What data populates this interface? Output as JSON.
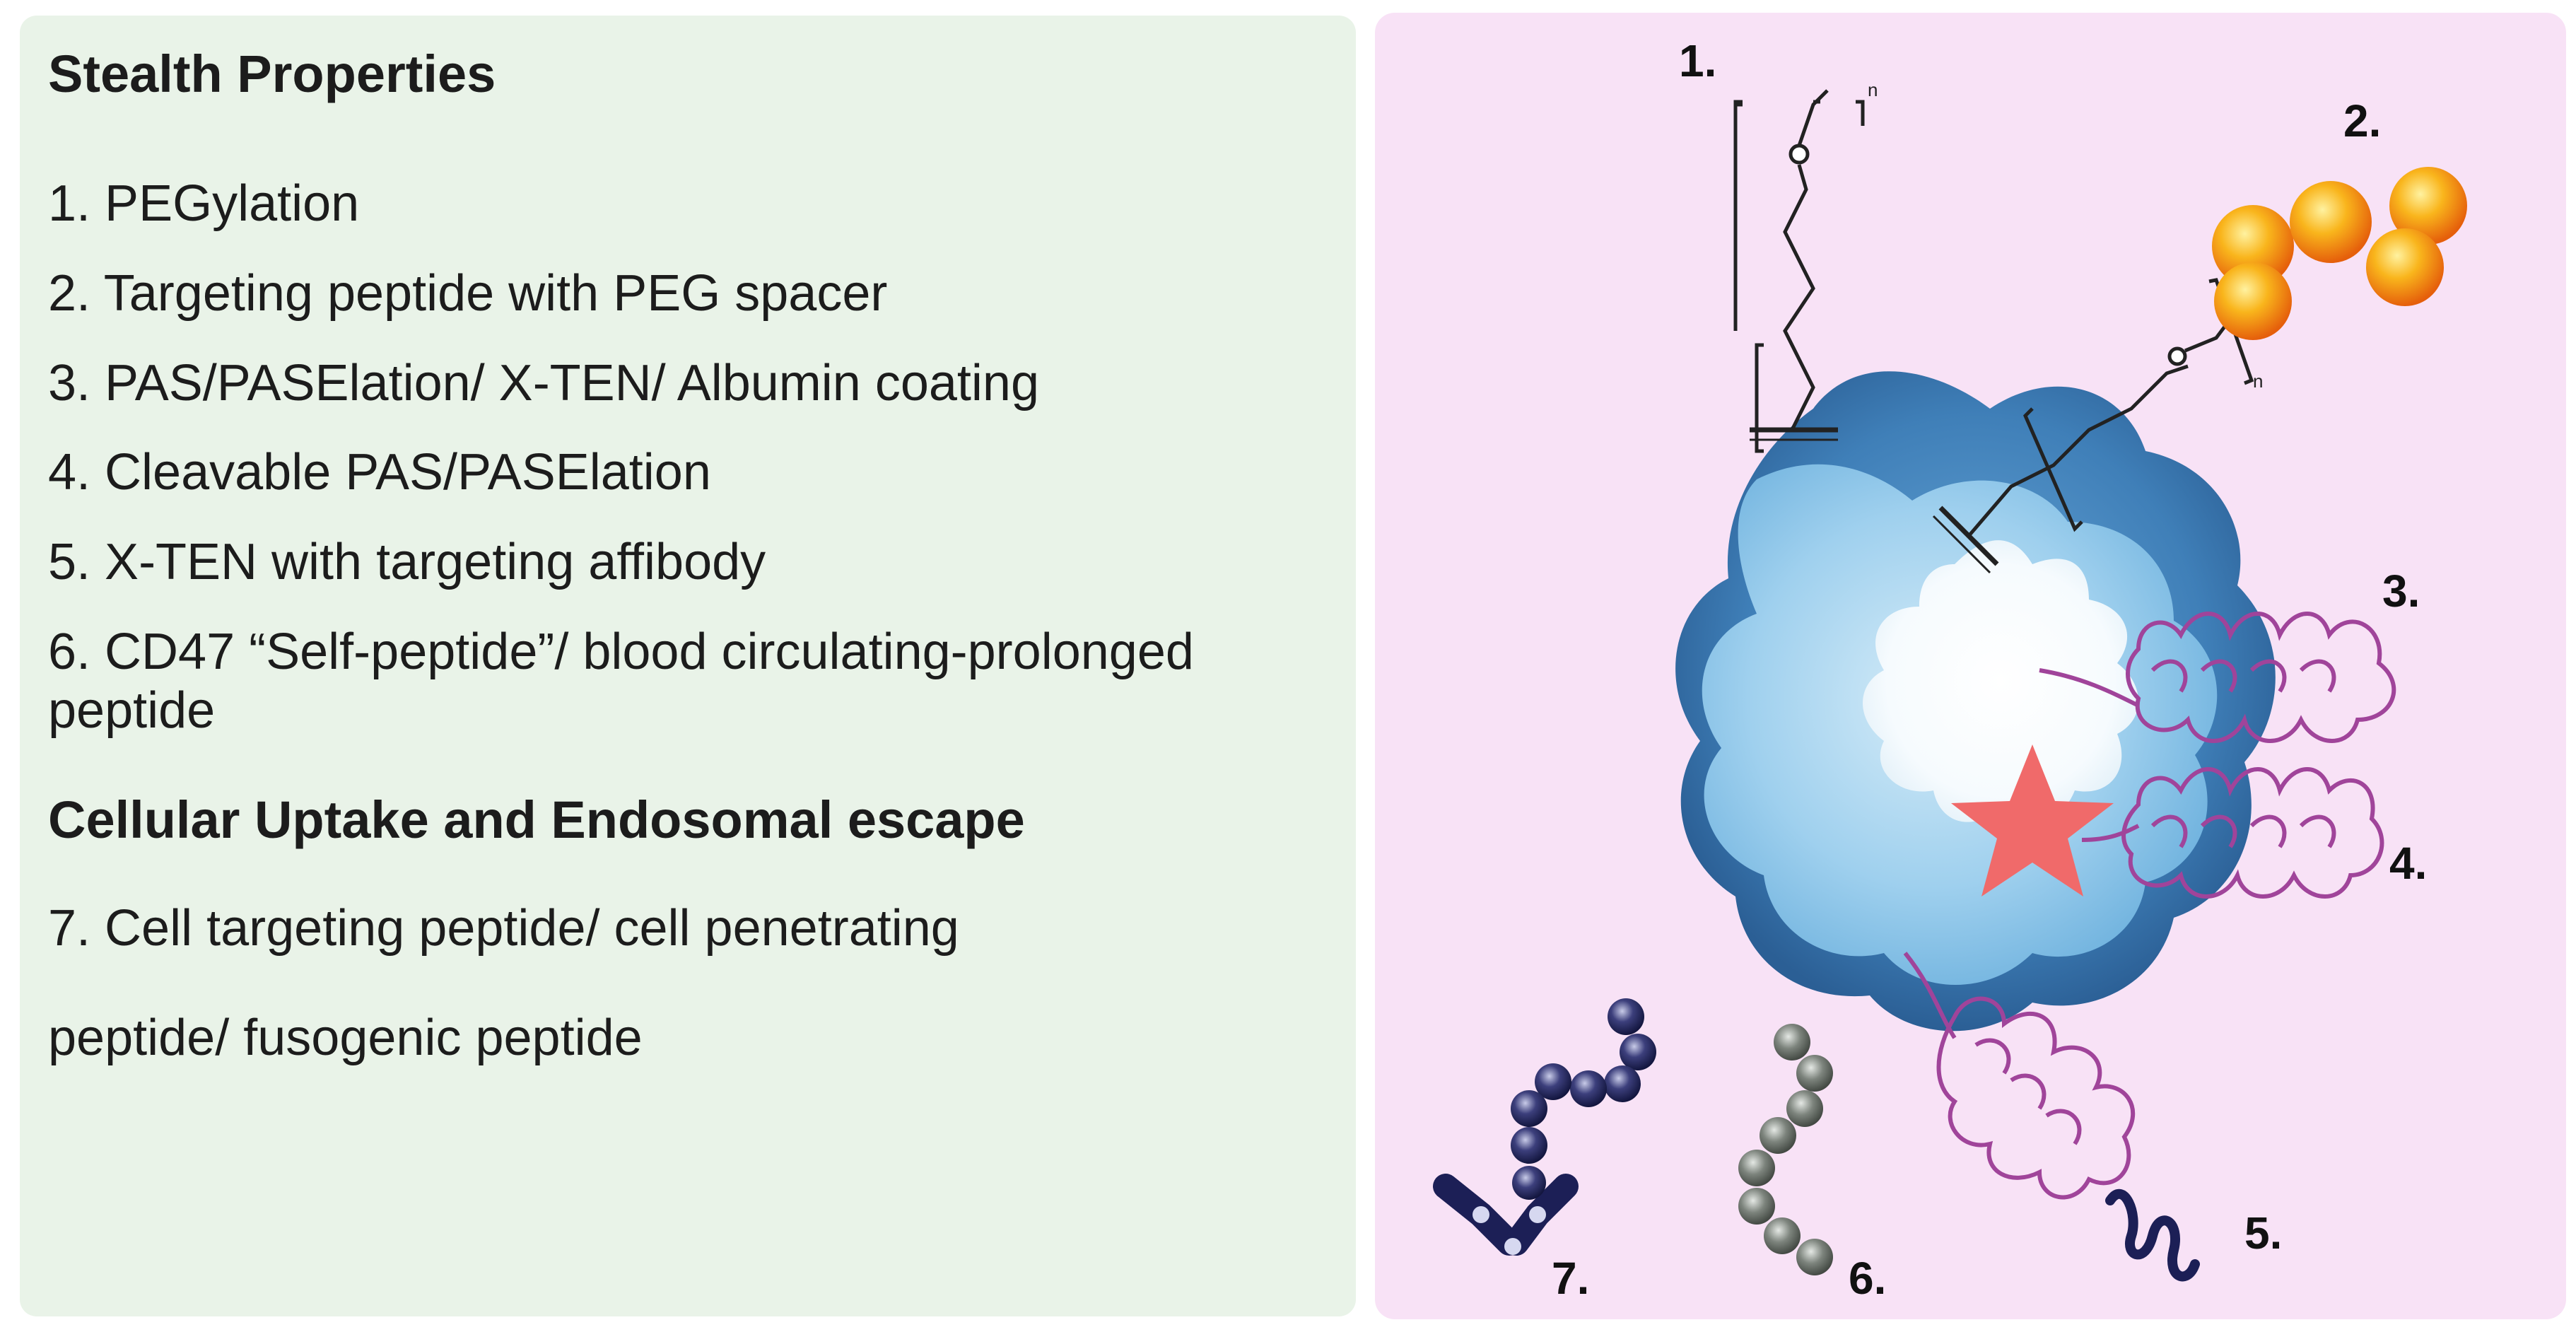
{
  "left_panel": {
    "section1_heading": "Stealth Properties",
    "items": [
      "1. PEGylation",
      "2. Targeting peptide with PEG spacer",
      "3. PAS/PASElation/ X-TEN/ Albumin coating",
      "4. Cleavable PAS/PASElation",
      "5. X-TEN with targeting affibody",
      "6. CD47 “Self-peptide”/ blood circulating-prolonged peptide"
    ],
    "section2_heading": "Cellular Uptake and Endosomal escape",
    "item7_line1": "7. Cell targeting peptide/ cell penetrating",
    "item7_line2": "peptide/ fusogenic peptide"
  },
  "diagram": {
    "labels": [
      "1.",
      "2.",
      "3.",
      "4.",
      "5.",
      "6.",
      "7."
    ],
    "peg_subscript": "n",
    "colors": {
      "left_bg": "#e9f3e8",
      "right_bg": "#f8e2f6",
      "nanoparticle_outer": "#3f7fb8",
      "nanoparticle_inner": "#8fc6e6",
      "core": "#ffffff",
      "peptide_gold": "#f7b21b",
      "helix_purple": "#a0449a",
      "star_red": "#f06a6a",
      "chain_navy": "#1c1f56",
      "chain_grey": "#6b716b"
    }
  }
}
